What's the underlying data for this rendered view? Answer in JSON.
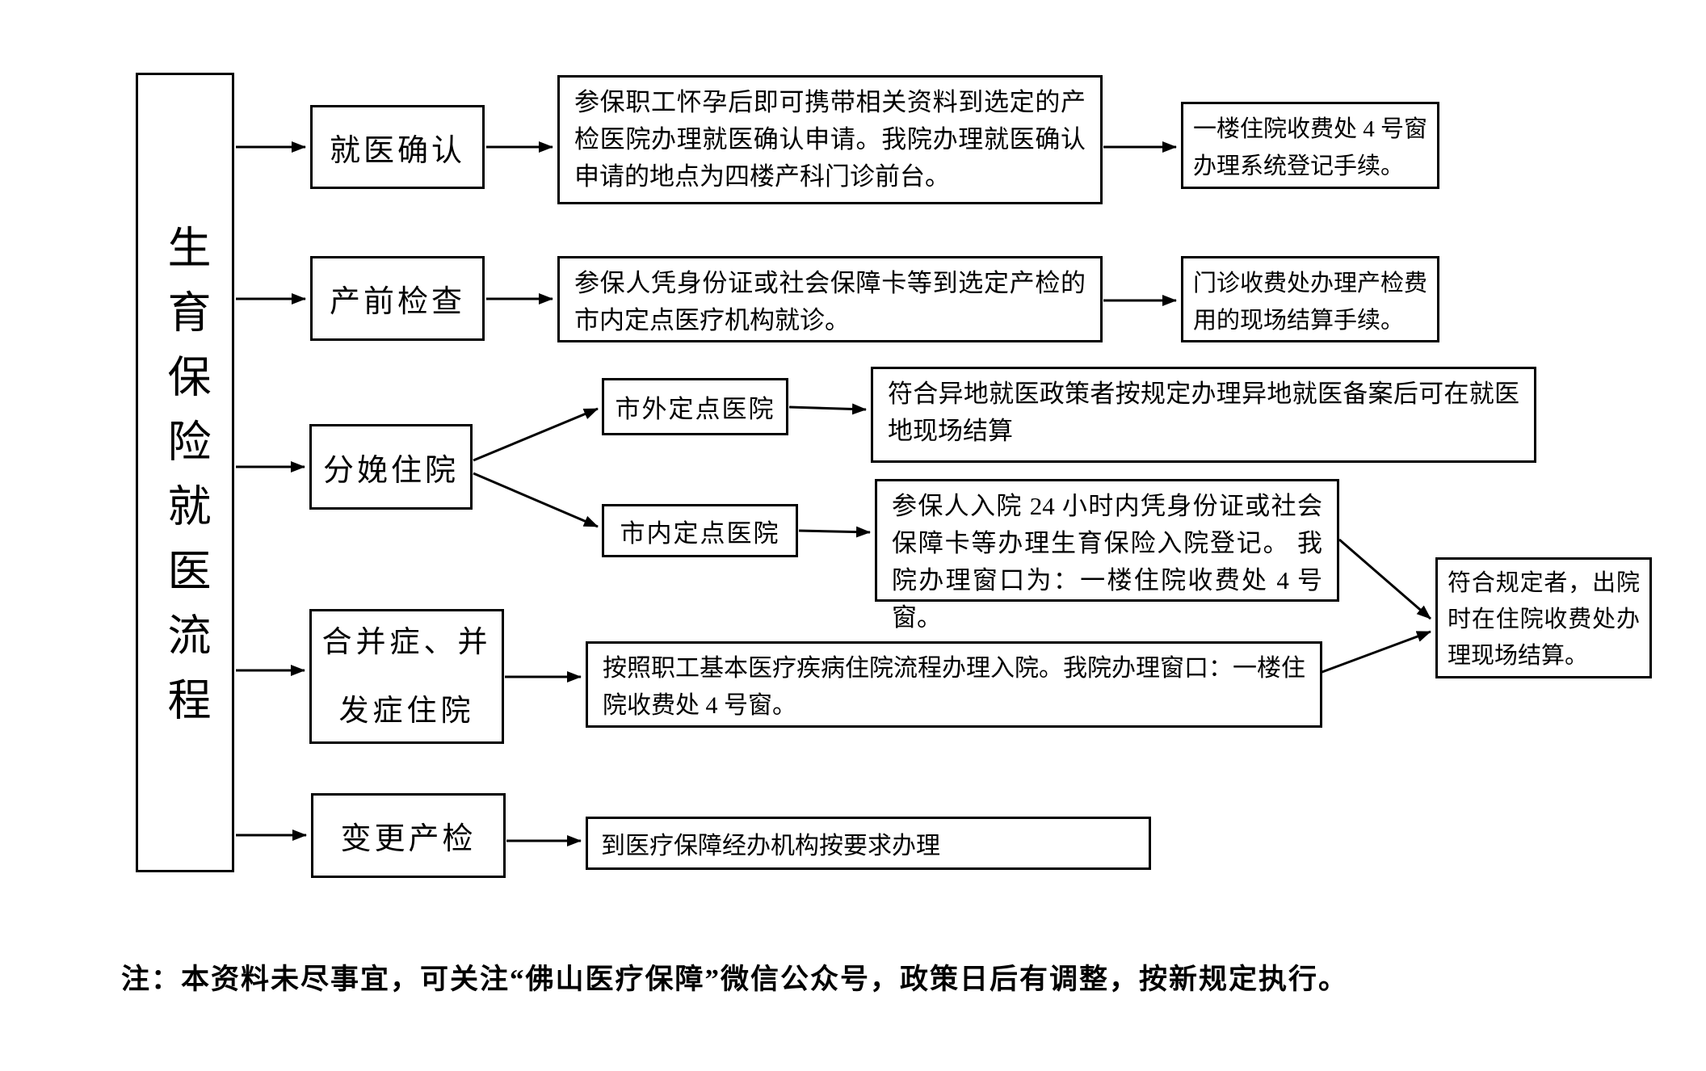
{
  "diagram": {
    "title": "生育保险就医流程",
    "nodes": {
      "confirm": {
        "label": "就医确认"
      },
      "confirm_desc": {
        "text": "参保职工怀孕后即可携带相关资料到选定的产检医院办理就医确认申请。我院办理就医确认申请的地点为四楼产科门诊前台。"
      },
      "confirm_result": {
        "text": "一楼住院收费处 4 号窗办理系统登记手续。"
      },
      "prenatal": {
        "label": "产前检查"
      },
      "prenatal_desc": {
        "text": "参保人凭身份证或社会保障卡等到选定产检的市内定点医疗机构就诊。"
      },
      "prenatal_result": {
        "text": "门诊收费处办理产检费用的现场结算手续。"
      },
      "delivery": {
        "label": "分娩住院"
      },
      "out_city": {
        "label": "市外定点医院"
      },
      "out_city_desc": {
        "text": "符合异地就医政策者按规定办理异地就医备案后可在就医地现场结算"
      },
      "in_city": {
        "label": "市内定点医院"
      },
      "in_city_desc": {
        "text": "参保人入院 24 小时内凭身份证或社会保障卡等办理生育保险入院登记。 我院办理窗口为：一楼住院收费处 4 号窗。"
      },
      "complication": {
        "label": "合并症、并发症住院"
      },
      "complication_desc": {
        "text": "按照职工基本医疗疾病住院流程办理入院。我院办理窗口：一楼住院收费处 4 号窗。"
      },
      "discharge": {
        "text": "符合规定者，出院时在住院收费处办理现场结算。"
      },
      "change": {
        "label": "变更产检"
      },
      "change_desc": {
        "text": "到医疗保障经办机构按要求办理"
      }
    },
    "note": "注：本资料未尽事宜，可关注“佛山医疗保障”微信公众号，政策日后有调整，按新规定执行。",
    "colors": {
      "line": "#000000",
      "background": "#ffffff",
      "text": "#000000"
    }
  }
}
